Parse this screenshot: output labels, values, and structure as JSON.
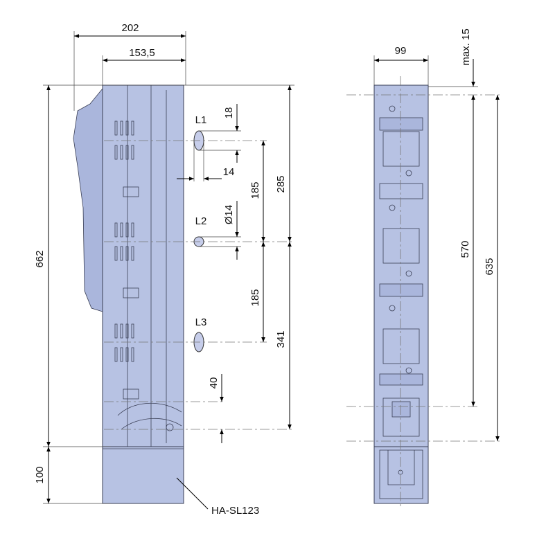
{
  "drawing": {
    "side_view": {
      "dimensions": {
        "overall_depth": "202",
        "depth_to_contacts": "153,5",
        "total_height": "662",
        "base_height": "100",
        "top_to_l2": "285",
        "l2_to_bottom": "341",
        "pitch_l1_l2": "185",
        "pitch_l2_l3": "185",
        "slot_length": "18",
        "slot_offset": "14",
        "hole_diameter": "Ø14",
        "cable_offset": "40"
      },
      "phases": [
        "L1",
        "L2",
        "L3"
      ],
      "base_label": "HA-SL123"
    },
    "front_view": {
      "dimensions": {
        "width": "99",
        "max_top": "max. 15",
        "mount_pitch": "570",
        "mount_total": "635"
      }
    },
    "colors": {
      "body": "#b7c2e3",
      "outline": "#3a3f55"
    }
  }
}
